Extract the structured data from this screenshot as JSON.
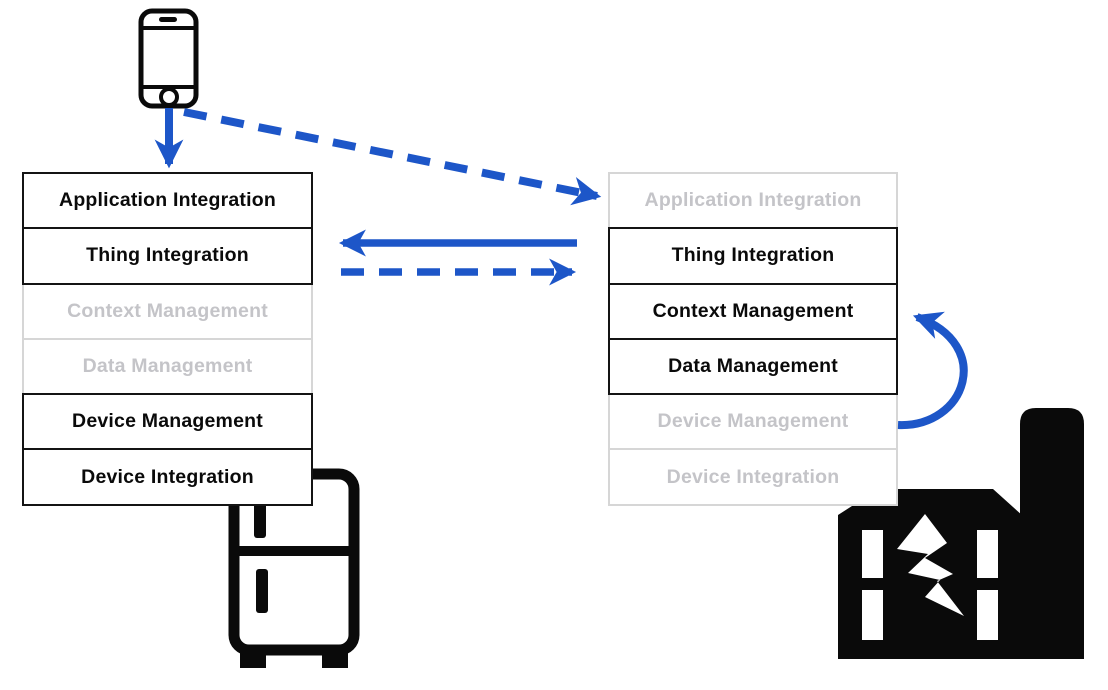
{
  "colors": {
    "arrow_blue": "#1d56c8",
    "active_text": "#0a0a0a",
    "active_border": "#141414",
    "inactive_text": "#c4c4c8",
    "inactive_border": "#d6d6d6",
    "icon_black": "#0a0a0a"
  },
  "stacks": {
    "left": {
      "device": "refrigerator",
      "rows": [
        {
          "label": "Application Integration",
          "active": true
        },
        {
          "label": "Thing Integration",
          "active": true
        },
        {
          "label": "Context Management",
          "active": false
        },
        {
          "label": "Data Management",
          "active": false
        },
        {
          "label": "Device Management",
          "active": true
        },
        {
          "label": "Device Integration",
          "active": true
        }
      ]
    },
    "right": {
      "device": "factory",
      "rows": [
        {
          "label": "Application Integration",
          "active": false
        },
        {
          "label": "Thing Integration",
          "active": true
        },
        {
          "label": "Context Management",
          "active": true
        },
        {
          "label": "Data Management",
          "active": true
        },
        {
          "label": "Device Management",
          "active": false
        },
        {
          "label": "Device Integration",
          "active": false
        }
      ]
    }
  },
  "icons": [
    {
      "name": "smartphone-icon"
    },
    {
      "name": "refrigerator-icon"
    },
    {
      "name": "factory-icon"
    },
    {
      "name": "lightning-bolt-icon"
    }
  ],
  "arrows": [
    {
      "name": "phone-to-left-stack",
      "style": "solid",
      "from": "smartphone",
      "to": "left-stack Application Integration"
    },
    {
      "name": "phone-to-right-stack",
      "style": "dashed",
      "from": "smartphone",
      "to": "right-stack Application Integration"
    },
    {
      "name": "right-to-left-thing-integration",
      "style": "solid",
      "from": "right-stack Thing Integration",
      "to": "left-stack Thing Integration"
    },
    {
      "name": "left-to-right-thing-integration",
      "style": "dashed",
      "from": "left-stack Thing Integration",
      "to": "right-stack Thing Integration"
    },
    {
      "name": "factory-loop-to-context-management",
      "style": "solid-curved",
      "from": "right-stack Device Management",
      "to": "right-stack Context Management"
    }
  ]
}
